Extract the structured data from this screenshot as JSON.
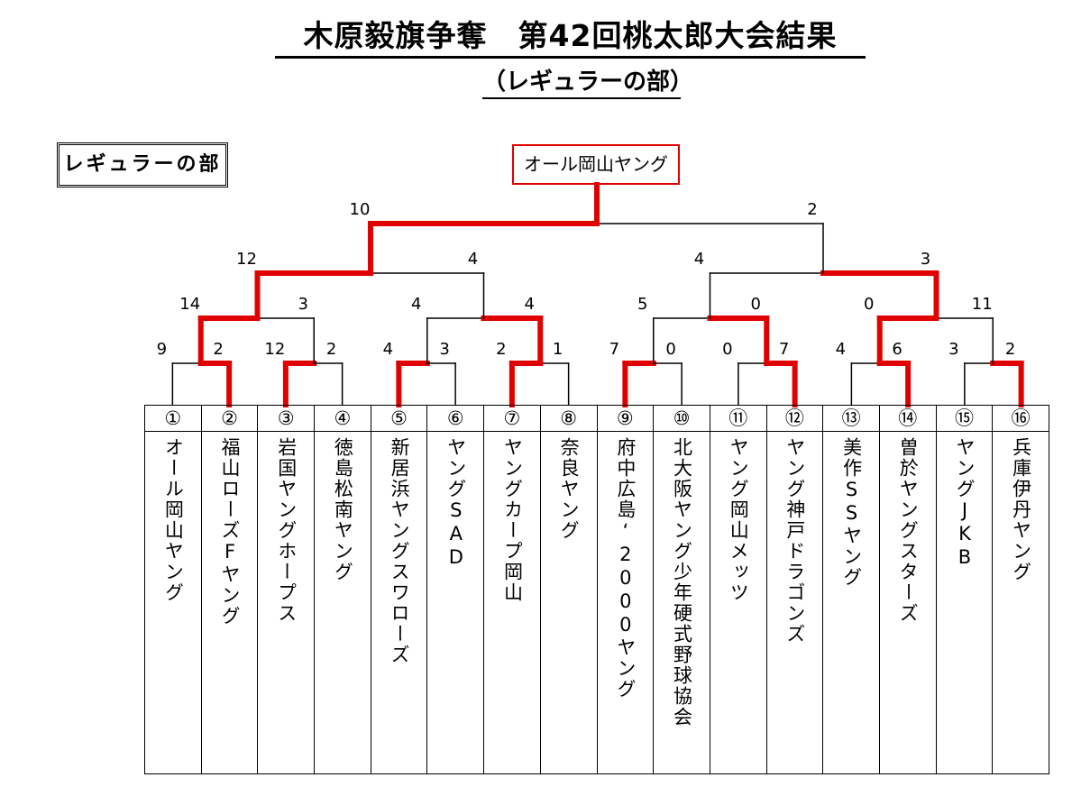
{
  "title": "木原毅旗争奪　第42回桃太郎大会結果",
  "subtitle": "（レギュラーの部）",
  "section_label": "レギュラーの部",
  "champion": "オール岡山ヤング",
  "teams": [
    {
      "no": "①",
      "name": "オール岡山ヤング"
    },
    {
      "no": "②",
      "name": "福山ローズFヤング"
    },
    {
      "no": "③",
      "name": "岩国ヤングホープス"
    },
    {
      "no": "④",
      "name": "徳島松南ヤング"
    },
    {
      "no": "⑤",
      "name": "新居浜ヤングスワローズ"
    },
    {
      "no": "⑥",
      "name": "ヤングSAD"
    },
    {
      "no": "⑦",
      "name": "ヤングカープ岡山"
    },
    {
      "no": "⑧",
      "name": "奈良ヤング"
    },
    {
      "no": "⑨",
      "name": "府中広島‘2000ヤング"
    },
    {
      "no": "⑩",
      "name": "北大阪ヤング少年硬式野球協会"
    },
    {
      "no": "⑪",
      "name": "ヤング岡山メッツ"
    },
    {
      "no": "⑫",
      "name": "ヤング神戸ドラゴンズ"
    },
    {
      "no": "⑬",
      "name": "美作SSヤング"
    },
    {
      "no": "⑭",
      "name": "曽於ヤングスターズ"
    },
    {
      "no": "⑮",
      "name": "ヤングJKB"
    },
    {
      "no": "⑯",
      "name": "兵庫伊丹ヤング"
    }
  ],
  "round1_scores": [
    "9",
    "2",
    "12",
    "2",
    "4",
    "3",
    "2",
    "1",
    "7",
    "0",
    "0",
    "7",
    "4",
    "6",
    "3",
    "2"
  ],
  "round1_winners": [
    0,
    0,
    1,
    0,
    1,
    0,
    1,
    0,
    1,
    0,
    0,
    1,
    0,
    1,
    0,
    1
  ],
  "round2_scores": [
    "14",
    "3",
    "4",
    "4",
    "5",
    "0",
    "0",
    "11"
  ],
  "round2_winners": [
    0,
    1,
    1,
    0
  ],
  "round3_scores": [
    "12",
    "4",
    "4",
    "3"
  ],
  "round3_winners": [
    0,
    1
  ],
  "final_scores": [
    "10",
    "2"
  ],
  "final_winner": 0,
  "colors": {
    "win": "#e00000",
    "line": "#000000"
  }
}
